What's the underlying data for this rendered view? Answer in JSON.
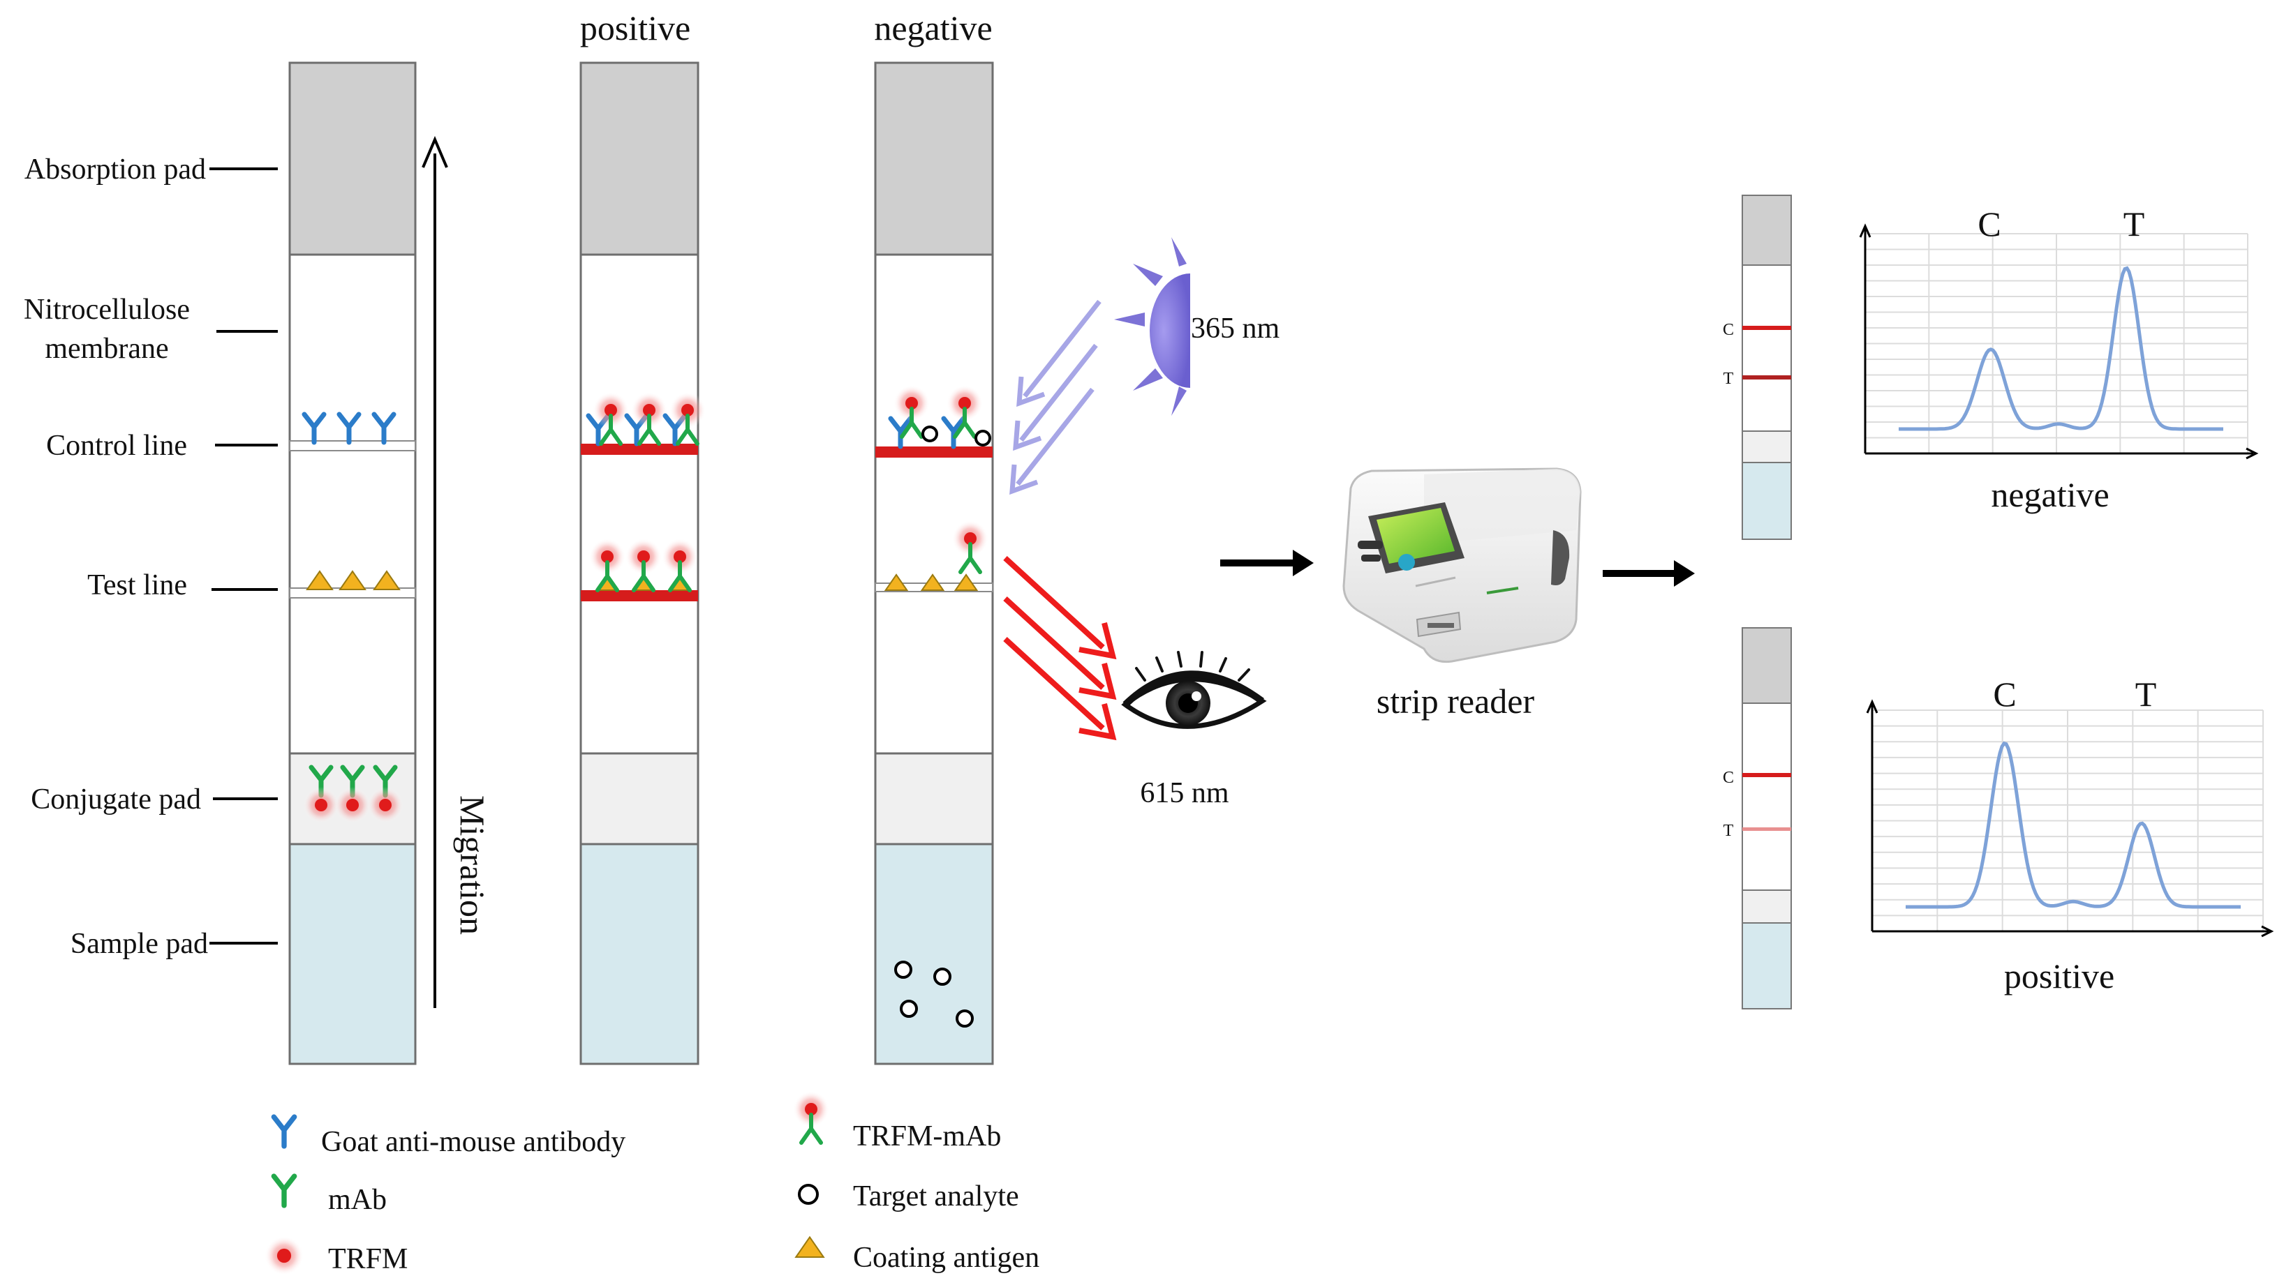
{
  "colors": {
    "absorption_pad": "#cfcfcf",
    "membrane": "#ffffff",
    "conjugate_pad": "#f0f0f0",
    "sample_pad": "#d6e9ee",
    "goat_antibody": "#2b7cc9",
    "mab": "#21a84a",
    "trfm": "#e01b1b",
    "coating_antigen": "#f2b21f",
    "uv_light": "#7c72d6",
    "uv_arrow": "#a7a6e6",
    "emission_arrow": "#ee1c1c",
    "red_line": "#d61c1c",
    "curve": "#7ea2d8"
  },
  "strip_labels": {
    "absorption_pad": "Absorption pad",
    "nitrocellulose_1": "Nitrocellulose",
    "nitrocellulose_2": "membrane",
    "control_line": "Control line",
    "test_line": "Test line",
    "conjugate_pad": "Conjugate pad",
    "sample_pad": "Sample pad"
  },
  "migration_label": "Migration",
  "strip_titles": {
    "positive": "positive",
    "negative": "negative"
  },
  "light": {
    "excitation": "365 nm",
    "emission": "615 nm"
  },
  "reader": {
    "label": "strip reader"
  },
  "results": {
    "negative": {
      "title": "negative",
      "peak_c": "C",
      "peak_t": "T",
      "strip_c": "C",
      "strip_t": "T",
      "curve": {
        "c_height": 0.47,
        "t_height": 0.95
      }
    },
    "positive": {
      "title": "positive",
      "peak_c": "C",
      "peak_t": "T",
      "strip_c": "C",
      "strip_t": "T",
      "curve": {
        "c_height": 0.92,
        "t_height": 0.47
      }
    }
  },
  "legend": {
    "goat_antibody": "Goat anti-mouse antibody",
    "mab": "mAb",
    "trfm": "TRFM",
    "trfm_mab": "TRFM-mAb",
    "target_analyte": "Target analyte",
    "coating_antigen": "Coating antigen"
  }
}
